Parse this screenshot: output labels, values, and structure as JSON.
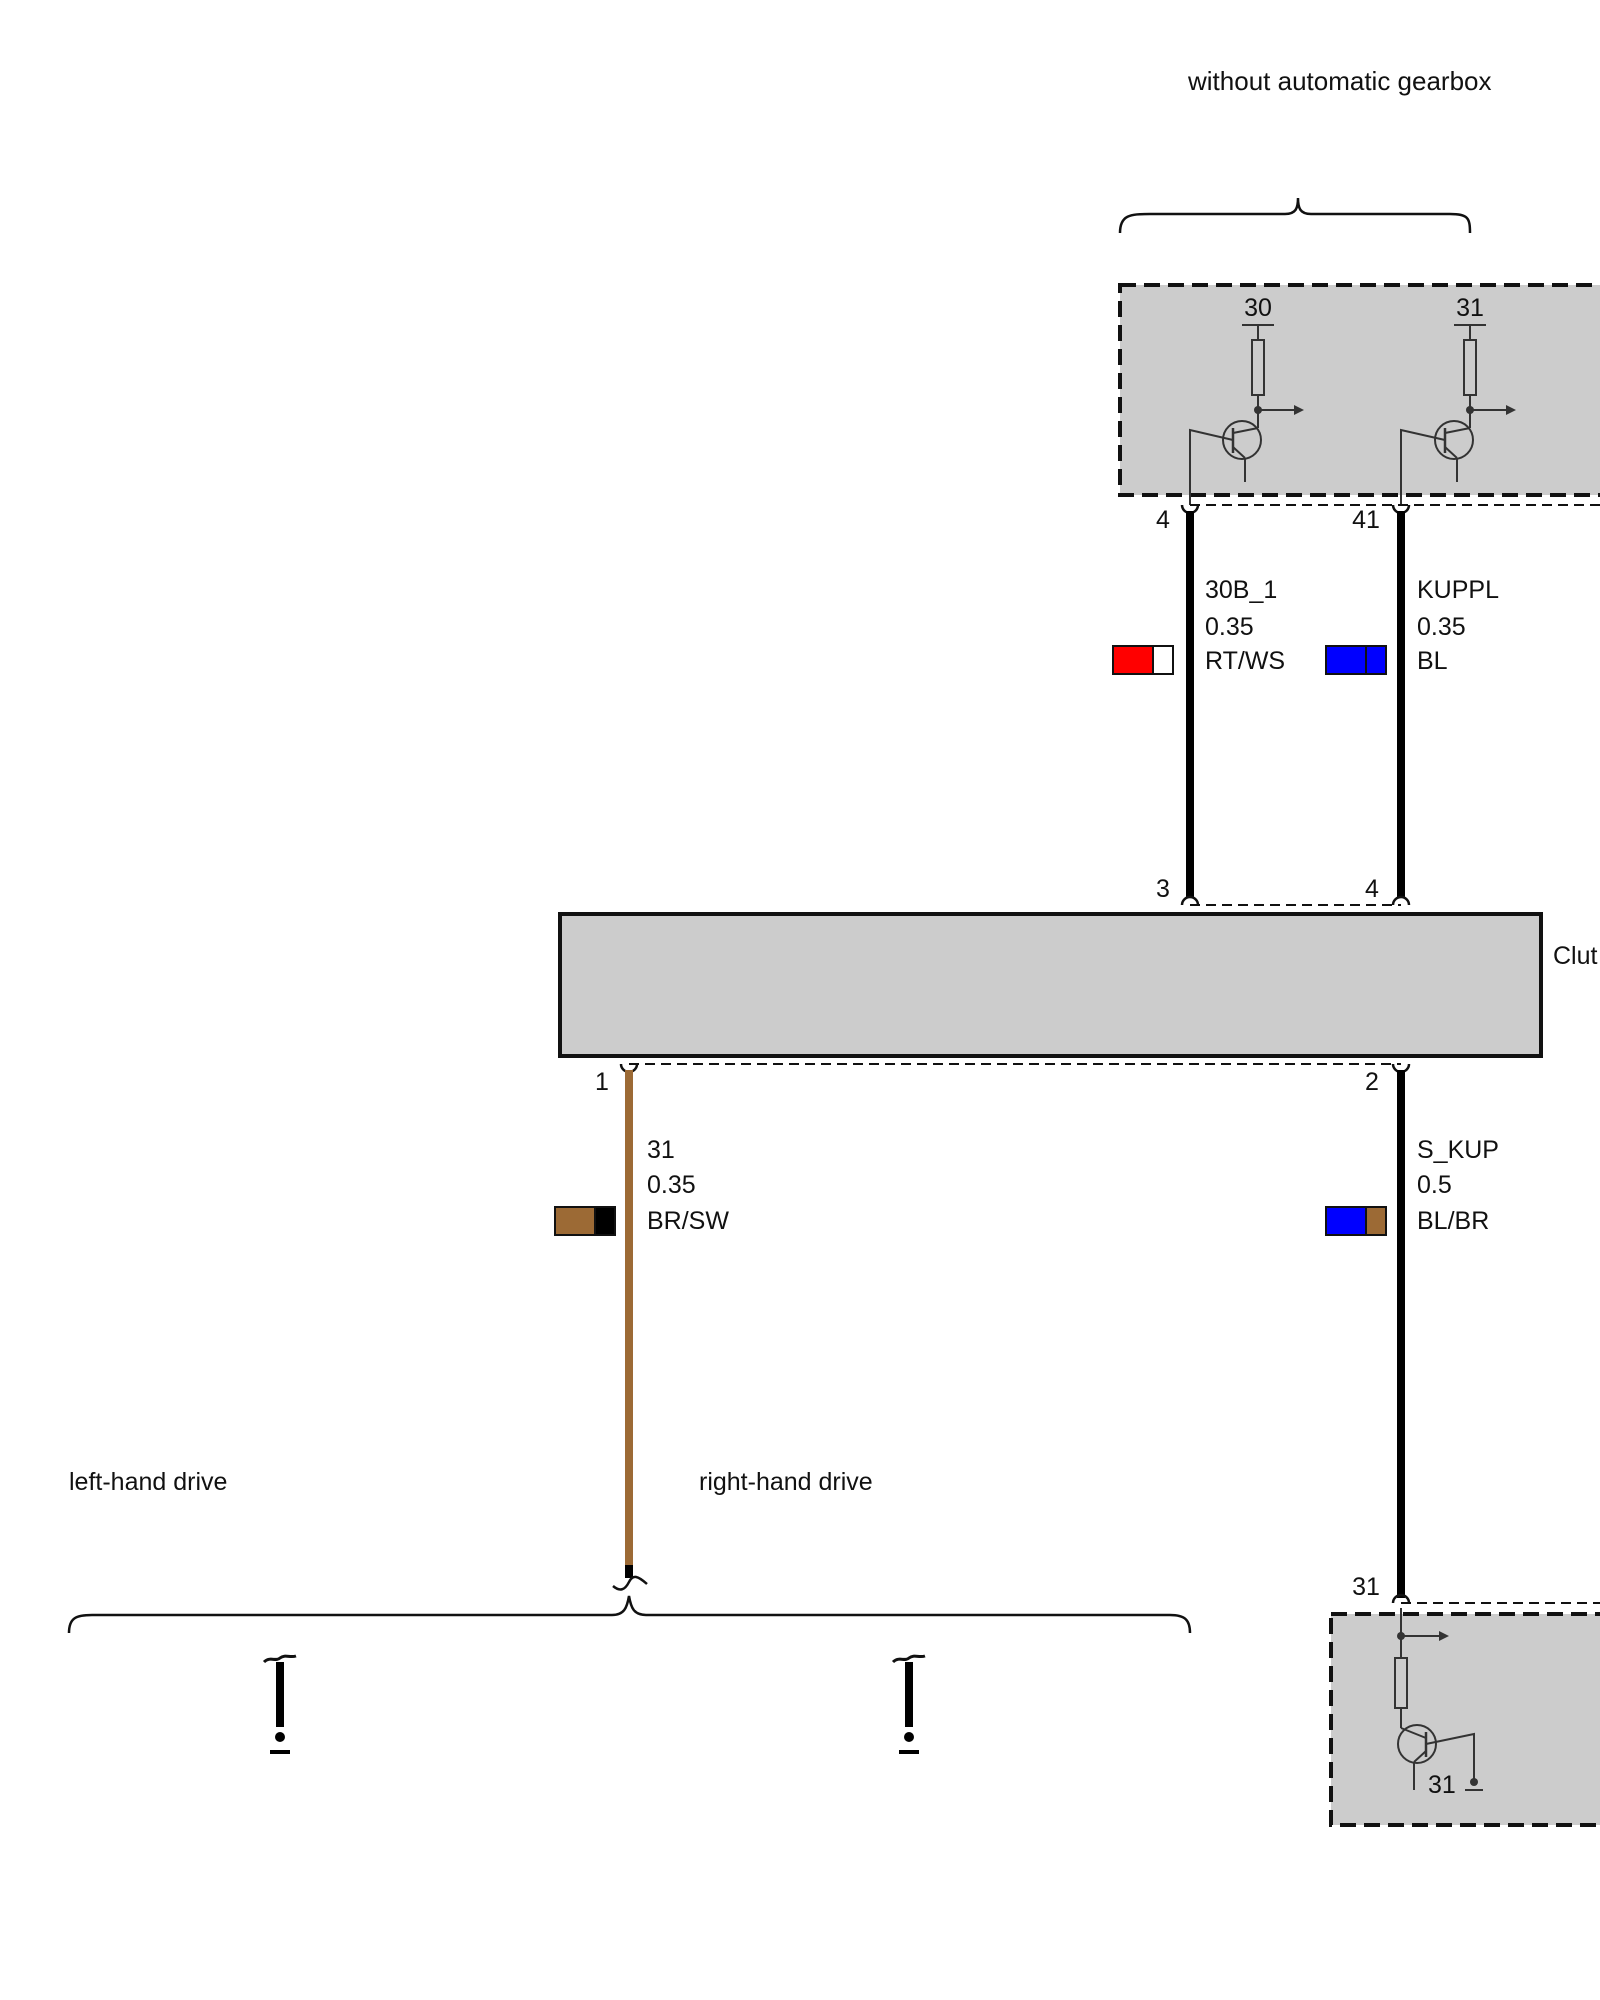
{
  "header": {
    "variant_label": "without automatic gearbox"
  },
  "top_module": {
    "fill": "#cccccc",
    "supply_left": "30",
    "supply_right": "31",
    "pin_left": "4",
    "pin_right": "41"
  },
  "wires": {
    "w1": {
      "signal": "30B_1",
      "size": "0.35",
      "color_code": "RT/WS",
      "colors": [
        "#ff0000",
        "#ffffff"
      ]
    },
    "w2": {
      "signal": "KUPPL",
      "size": "0.35",
      "color_code": "BL",
      "colors": [
        "#0000ff",
        "#0000ff"
      ]
    },
    "w3": {
      "signal": "31",
      "size": "0.35",
      "color_code": "BR/SW",
      "colors": [
        "#9c6a35",
        "#000000"
      ]
    },
    "w4": {
      "signal": "S_KUP",
      "size": "0.5",
      "color_code": "BL/BR",
      "colors": [
        "#0000ff",
        "#9c6a35"
      ]
    }
  },
  "clutch_module": {
    "label": "Clut",
    "fill": "#cccccc",
    "pin_top_left": "3",
    "pin_top_right": "4",
    "pin_bottom_left": "1",
    "pin_bottom_right": "2"
  },
  "bottom_module": {
    "fill": "#cccccc",
    "pin": "31",
    "ground_label": "31"
  },
  "drive_variants": {
    "left": "left-hand drive",
    "right": "right-hand drive"
  }
}
